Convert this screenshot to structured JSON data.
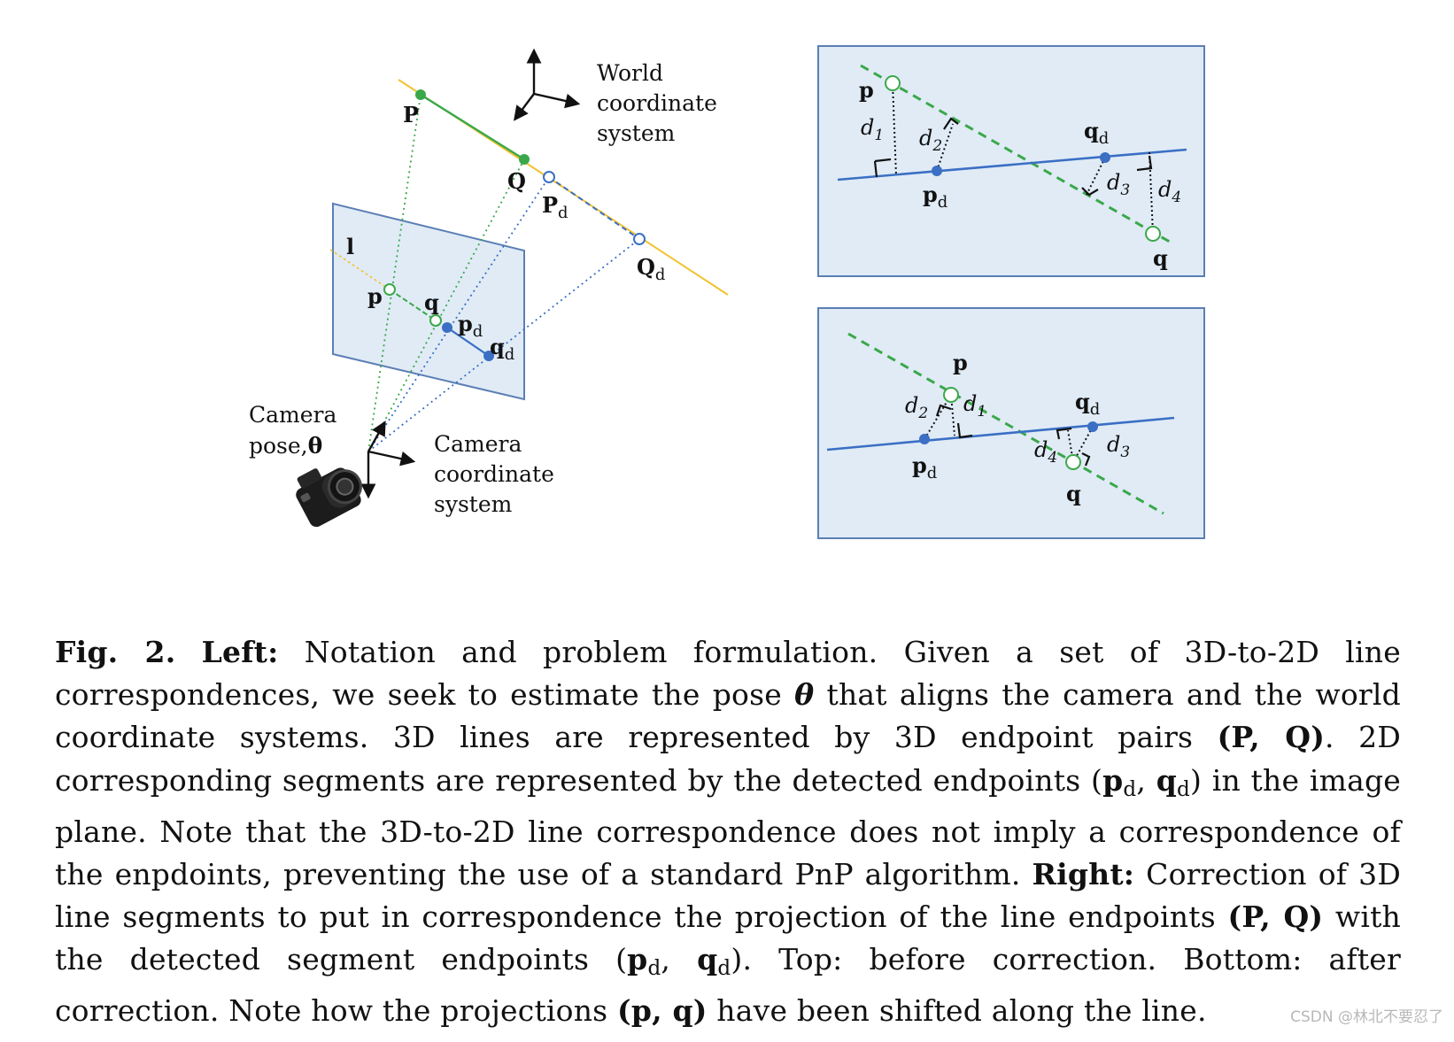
{
  "left_diagram": {
    "labels": {
      "P": "P",
      "Q": "Q",
      "Pd": "P",
      "Pd_sub": "d",
      "Qd": "Q",
      "Qd_sub": "d",
      "l": "l",
      "p": "p",
      "q": "q",
      "pd": "p",
      "pd_sub": "d",
      "qd": "q",
      "qd_sub": "d"
    },
    "world_coord": [
      "World",
      "coordinate",
      "system"
    ],
    "camera_coord": [
      "Camera",
      "coordinate",
      "system"
    ],
    "camera_pose": [
      "Camera",
      "pose,"
    ],
    "camera_pose_theta": "θ"
  },
  "top_right": {
    "p": "p",
    "q": "q",
    "pd": "p",
    "pd_sub": "d",
    "qd": "q",
    "qd_sub": "d",
    "d1": "d",
    "d1_sub": "1",
    "d2": "d",
    "d2_sub": "2",
    "d3": "d",
    "d3_sub": "3",
    "d4": "d",
    "d4_sub": "4"
  },
  "bottom_right": {
    "p": "p",
    "q": "q",
    "pd": "p",
    "pd_sub": "d",
    "qd": "q",
    "qd_sub": "d",
    "d1": "d",
    "d1_sub": "1",
    "d2": "d",
    "d2_sub": "2",
    "d3": "d",
    "d3_sub": "3",
    "d4": "d",
    "d4_sub": "4"
  },
  "caption": {
    "fig": "Fig. 2.",
    "left_label": "Left:",
    "t1": "Notation and problem formulation. Given a set of 3D-to-2D line correspondences, we seek to estimate the pose",
    "theta": "θ",
    "t2": "that aligns the camera and the world coordinate systems. 3D lines are represented by 3D endpoint pairs",
    "PQ1": "(P, Q)",
    "t3": ". 2D corresponding segments are represented by the detected endpoints",
    "pdqd1_open": "(",
    "pdqd1_p": "p",
    "pdqd1_sub1": "d",
    "pdqd1_sep": ", ",
    "pdqd1_q": "q",
    "pdqd1_sub2": "d",
    "pdqd1_close": ")",
    "t4": "in the image plane. Note that the 3D-to-2D line correspondence does not imply a correspondence of the enpdoints, preventing the use of a standard PnP algorithm.",
    "right_label": "Right:",
    "t5": "Correction of 3D line segments to put in correspondence the projection of the line endpoints",
    "PQ2": "(P, Q)",
    "t6": "with the detected segment endpoints",
    "pdqd2_open": "(",
    "pdqd2_p": "p",
    "pdqd2_sub1": "d",
    "pdqd2_sep": ", ",
    "pdqd2_q": "q",
    "pdqd2_sub2": "d",
    "pdqd2_close": ")",
    "t7": ". Top: before correction. Bottom: after correction. Note how the projections",
    "pq": "(p, q)",
    "t8": "have been shifted along the line."
  },
  "watermark": "CSDN @林北不要忍了",
  "colors": {
    "blue": "#3a6fc4",
    "green": "#3aa84a",
    "yellow": "#f2c230",
    "panel": "#e0ebf6",
    "panel_border": "#5b7fb4"
  }
}
